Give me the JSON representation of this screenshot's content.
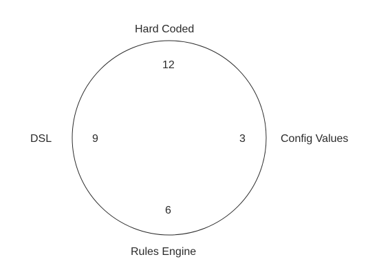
{
  "diagram": {
    "labels": {
      "top": "Hard Coded",
      "right": "Config Values",
      "bottom": "Rules Engine",
      "left": "DSL"
    },
    "numbers": {
      "twelve": "12",
      "three": "3",
      "six": "6",
      "nine": "9"
    },
    "colors": {
      "stroke": "#2a2a2a",
      "text": "#2a2a2a",
      "background": "#ffffff"
    }
  }
}
